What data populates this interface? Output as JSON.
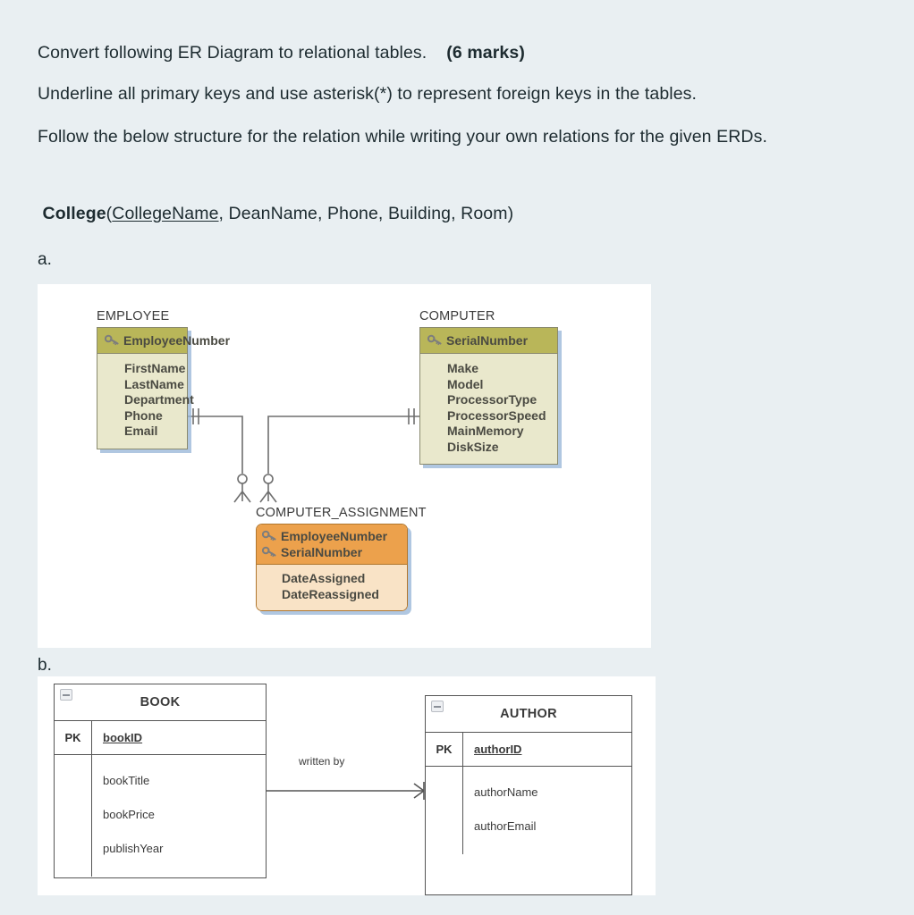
{
  "question": {
    "line1": "Convert following ER Diagram to relational tables.",
    "marks": "(6 marks)",
    "line2": "Underline all primary keys and use asterisk(*) to represent foreign keys in the tables.",
    "line3": "Follow the below structure for the relation while writing your own relations for the given ERDs.",
    "example": {
      "relation_name": "College",
      "open_paren": "(",
      "primary_key": "CollegeName",
      "rest": ", DeanName, Phone, Building, Room)"
    },
    "label_a": "a.",
    "label_b": "b."
  },
  "diagram_a": {
    "entities": [
      {
        "title": "EMPLOYEE",
        "key_attributes": [
          "EmployeeNumber"
        ],
        "attributes": [
          "FirstName",
          "LastName",
          "Department",
          "Phone",
          "Email"
        ],
        "header_color": "#b9b659",
        "body_color": "#e9e8cc"
      },
      {
        "title": "COMPUTER",
        "key_attributes": [
          "SerialNumber"
        ],
        "attributes": [
          "Make",
          "Model",
          "ProcessorType",
          "ProcessorSpeed",
          "MainMemory",
          "DiskSize"
        ],
        "header_color": "#b9b659",
        "body_color": "#e9e8cc"
      },
      {
        "title": "COMPUTER_ASSIGNMENT",
        "key_attributes": [
          "EmployeeNumber",
          "SerialNumber"
        ],
        "attributes": [
          "DateAssigned",
          "DateReassigned"
        ],
        "header_color": "#eca14c",
        "body_color": "#f9e3c6"
      }
    ],
    "relationship_notation": "crows-foot",
    "connectors": [
      {
        "from": "EMPLOYEE",
        "to": "COMPUTER_ASSIGNMENT",
        "from_cardinality": "one-and-only-one",
        "to_cardinality": "zero-or-many"
      },
      {
        "from": "COMPUTER",
        "to": "COMPUTER_ASSIGNMENT",
        "from_cardinality": "one-and-only-one",
        "to_cardinality": "zero-or-many"
      }
    ]
  },
  "diagram_b": {
    "relationship_label": "written by",
    "tables": [
      {
        "name": "BOOK",
        "pk_label": "PK",
        "pk_field": "bookID",
        "attributes": [
          "bookTitle",
          "bookPrice",
          "publishYear"
        ],
        "collapse_icon": "collapse-icon"
      },
      {
        "name": "AUTHOR",
        "pk_label": "PK",
        "pk_field": "authorID",
        "attributes": [
          "authorName",
          "authorEmail"
        ],
        "collapse_icon": "collapse-icon"
      }
    ]
  }
}
